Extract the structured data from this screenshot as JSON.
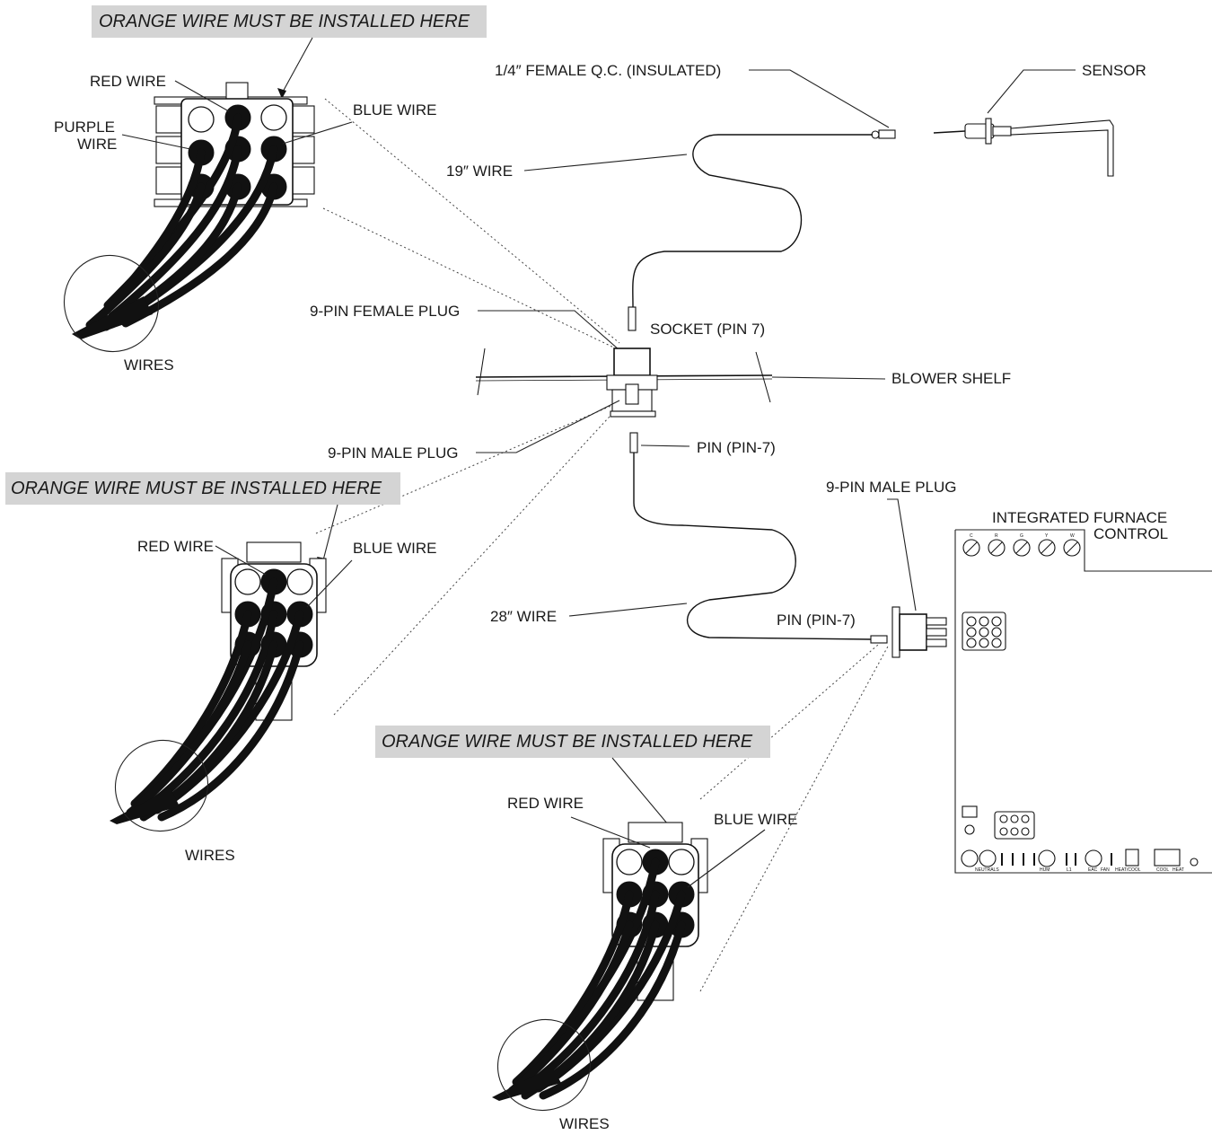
{
  "notes": {
    "orange_wire_1": "ORANGE WIRE MUST BE INSTALLED HERE",
    "orange_wire_2": "ORANGE WIRE MUST BE INSTALLED HERE",
    "orange_wire_3": "ORANGE WIRE MUST BE INSTALLED HERE"
  },
  "labels": {
    "red_wire_1": "RED WIRE",
    "purple_wire_line1": "PURPLE",
    "purple_wire_line2": "WIRE",
    "blue_wire_1": "BLUE WIRE",
    "wires_1": "WIRES",
    "red_wire_2": "RED WIRE",
    "blue_wire_2": "BLUE WIRE",
    "wires_2": "WIRES",
    "red_wire_3": "RED WIRE",
    "blue_wire_3": "BLUE WIRE",
    "wires_3": "WIRES",
    "quick_connect": "1/4″ FEMALE Q.C. (INSULATED)",
    "sensor": "SENSOR",
    "wire_19": "19″ WIRE",
    "female_plug": "9-PIN FEMALE PLUG",
    "socket_pin7": "SOCKET (PIN 7)",
    "blower_shelf": "BLOWER SHELF",
    "male_plug_1": "9-PIN MALE PLUG",
    "pin_pin7_1": "PIN (PIN-7)",
    "male_plug_2": "9-PIN MALE PLUG",
    "ifc_line1": "INTEGRATED FURNACE",
    "ifc_line2": "CONTROL",
    "wire_28": "28″ WIRE",
    "pin_pin7_2": "PIN (PIN-7)"
  },
  "board_terminals": {
    "top": [
      "C",
      "R",
      "G",
      "Y",
      "W"
    ],
    "bottom": [
      "NEUTRALS",
      "HUM",
      "L1",
      "EAC",
      "FAN",
      "HEAT/COOL",
      "COOL",
      "HEAT"
    ]
  },
  "colors": {
    "ink": "#111111",
    "banner": "#d4d4d4",
    "background": "#ffffff"
  }
}
